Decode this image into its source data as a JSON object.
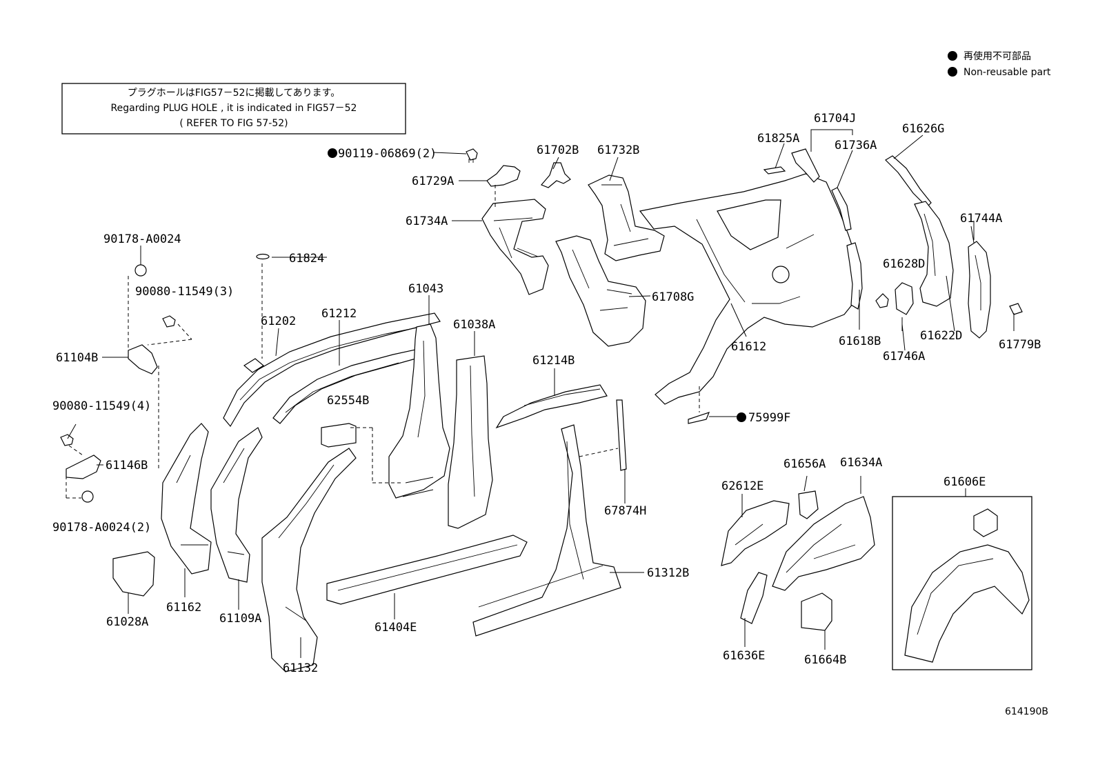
{
  "legend": {
    "items": [
      {
        "text": "再使用不可部品"
      },
      {
        "text": "Non-reusable part"
      }
    ]
  },
  "note": {
    "line1": "プラグホールはFIG57－52に掲載してあります。",
    "line2": "Regarding PLUG HOLE , it is indicated in FIG57－52",
    "line3": "( REFER TO FIG 57-52)"
  },
  "figure_code": "614190B",
  "parts": {
    "p90119": "90119-06869(2)",
    "p61729A": "61729A",
    "p61702B": "61702B",
    "p61732B": "61732B",
    "p61825A": "61825A",
    "p61704J": "61704J",
    "p61736A": "61736A",
    "p61626G": "61626G",
    "p61734A": "61734A",
    "p90178a": "90178-A0024",
    "p61824": "61824",
    "p90080a": "90080-11549(3)",
    "p61043": "61043",
    "p61202": "61202",
    "p61212": "61212",
    "p61038A": "61038A",
    "p61708G": "61708G",
    "p61744A": "61744A",
    "p61628D": "61628D",
    "p61104B": "61104B",
    "p61612": "61612",
    "p61618B": "61618B",
    "p61622D": "61622D",
    "p61779B": "61779B",
    "p61746A": "61746A",
    "p61214B": "61214B",
    "p62554B": "62554B",
    "p90080b": "90080-11549(4)",
    "p75999F": "75999F",
    "p61146B": "61146B",
    "p61656A": "61656A",
    "p61634A": "61634A",
    "p61606E": "61606E",
    "p62612E": "62612E",
    "p90178b": "90178-A0024(2)",
    "p67874H": "67874H",
    "p61312B": "61312B",
    "p61162": "61162",
    "p61109A": "61109A",
    "p61028A": "61028A",
    "p61404E": "61404E",
    "p61636E": "61636E",
    "p61664B": "61664B",
    "p61132": "61132"
  }
}
